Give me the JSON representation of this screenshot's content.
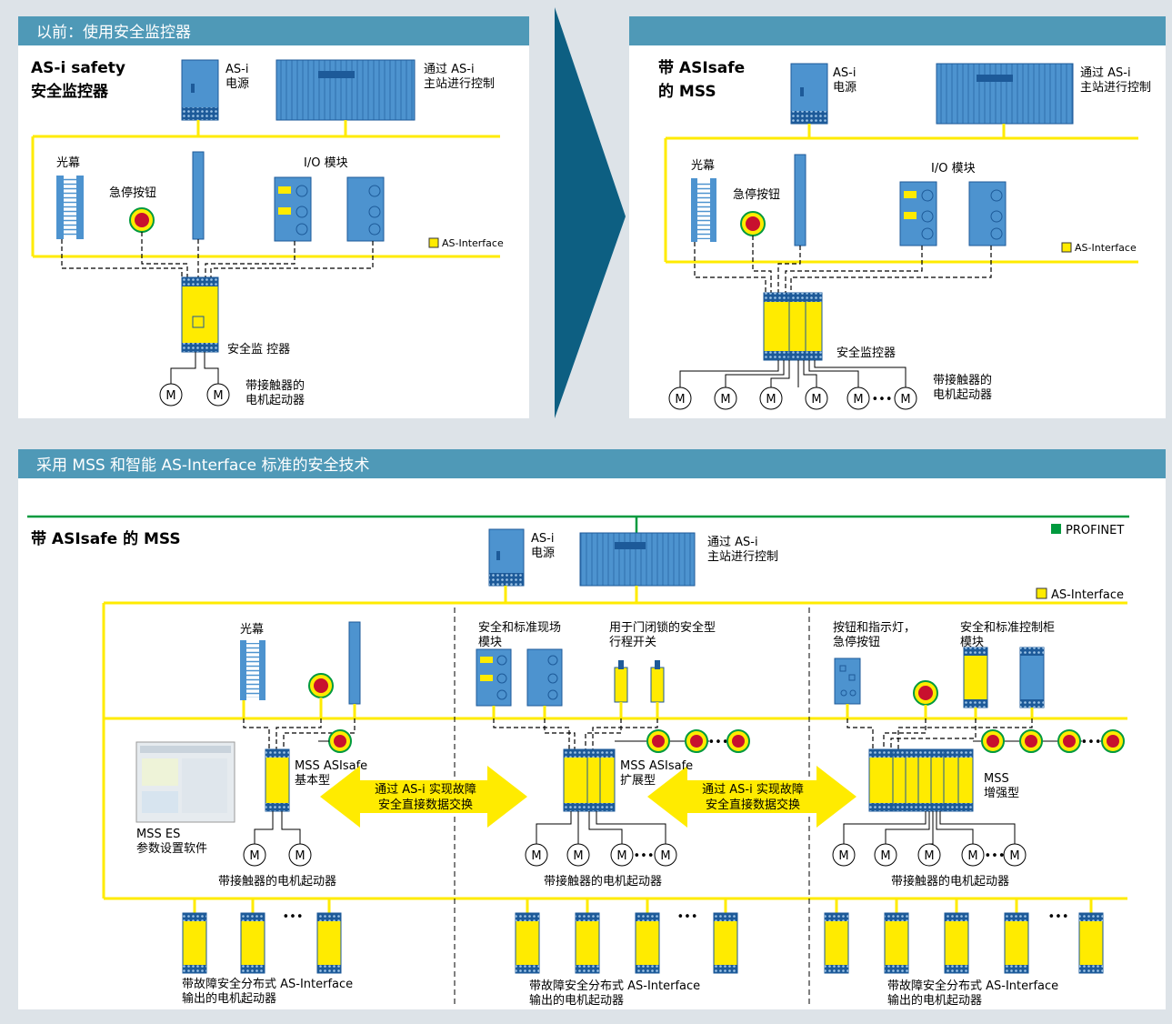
{
  "colors": {
    "header": "#4f99b7",
    "arrow": "#0d5f82",
    "asi_bus": "#ffeb00",
    "profinet": "#009a3e",
    "device_blue": "#4d93cf",
    "device_dark": "#1d5a99",
    "background": "#dde3e8"
  },
  "panel_before": {
    "header": "以前：使用安全监控器",
    "title_line1": "AS-i safety",
    "title_line2": "安全监控器",
    "power_line1": "AS-i",
    "power_line2": "电源",
    "master_line1": "通过 AS-i",
    "master_line2": "主站进行控制",
    "light_curtain": "光幕",
    "estop": "急停按钮",
    "io_module": "I/O 模块",
    "legend": "AS-Interface",
    "monitor": "安全监 控器",
    "starter_line1": "带接触器的",
    "starter_line2": "电机起动器",
    "motor": "M"
  },
  "panel_after": {
    "title_line1": "带 ASIsafe",
    "title_line2": "的 MSS",
    "power_line1": "AS-i",
    "power_line2": "电源",
    "master_line1": "通过 AS-i",
    "master_line2": "主站进行控制",
    "light_curtain": "光幕",
    "estop": "急停按钮",
    "io_module": "I/O 模块",
    "legend": "AS-Interface",
    "monitor": "安全监控器",
    "starter_line1": "带接触器的",
    "starter_line2": "电机起动器",
    "motor": "M",
    "dots": "•••"
  },
  "panel_bottom": {
    "header": "采用 MSS 和智能 AS-Interface 标准的安全技术",
    "title": "带 ASIsafe 的 MSS",
    "power_line1": "AS-i",
    "power_line2": "电源",
    "master_line1": "通过 AS-i",
    "master_line2": "主站进行控制",
    "profinet": "PROFINET",
    "asi_legend": "AS-Interface",
    "light_curtain": "光幕",
    "field_module_line1": "安全和标准现场",
    "field_module_line2": "模块",
    "door_switch_line1": "用于门闭锁的安全型",
    "door_switch_line2": "行程开关",
    "button_line1": "按钮和指示灯，",
    "button_line2": "急停按钮",
    "cabinet_line1": "安全和标准控制柜",
    "cabinet_line2": "模块",
    "mss_basic_line1": "MSS ASIsafe",
    "mss_basic_line2": "基本型",
    "mss_ext_line1": "MSS ASIsafe",
    "mss_ext_line2": "扩展型",
    "mss_adv_line1": "MSS",
    "mss_adv_line2": "增强型",
    "exchange_line1": "通过 AS-i 实现故障",
    "exchange_line2": "安全直接数据交换",
    "software_line1": "MSS ES",
    "software_line2": "参数设置软件",
    "starter": "带接触器的电机起动器",
    "dist_line1": "带故障安全分布式 AS-Interface",
    "dist_line2": "输出的电机起动器",
    "motor": "M",
    "dots": "•••"
  }
}
